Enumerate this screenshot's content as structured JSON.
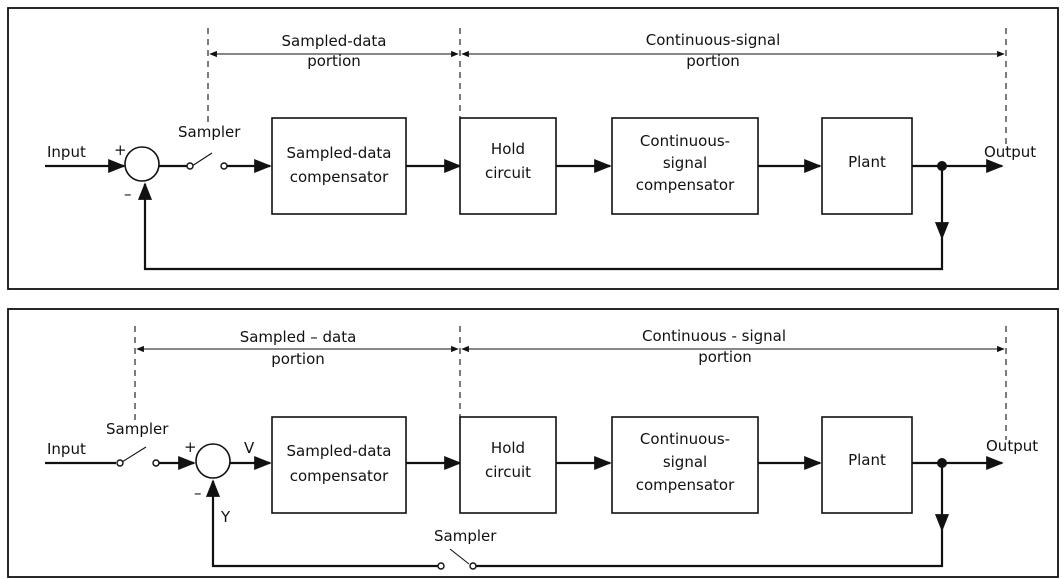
{
  "diagram_top": {
    "input_label": "Input",
    "output_label": "Output",
    "plus_sign": "+",
    "minus_sign": "–",
    "sampler_label": "Sampler",
    "sampled_portion_line1": "Sampled-data",
    "sampled_portion_line2": "portion",
    "continuous_portion_line1": "Continuous-signal",
    "continuous_portion_line2": "portion",
    "sampled_compensator_line1": "Sampled-data",
    "sampled_compensator_line2": "compensator",
    "hold_line1": "Hold",
    "hold_line2": "circuit",
    "continuous_compensator_line1": "Continuous-",
    "continuous_compensator_line2": "signal",
    "continuous_compensator_line3": "compensator",
    "plant_label": "Plant"
  },
  "diagram_bottom": {
    "input_label": "Input",
    "output_label": "Output",
    "plus_sign": "+",
    "minus_sign": "–",
    "v_label": "V",
    "y_label": "Y",
    "sampler_input_label": "Sampler",
    "sampler_feedback_label": "Sampler",
    "sampled_portion_line1": "Sampled – data",
    "sampled_portion_line2": "portion",
    "continuous_portion_line1": "Continuous - signal",
    "continuous_portion_line2": "portion",
    "sampled_compensator_line1": "Sampled-data",
    "sampled_compensator_line2": "compensator",
    "hold_line1": "Hold",
    "hold_line2": "circuit",
    "continuous_compensator_line1": "Continuous-",
    "continuous_compensator_line2": "signal",
    "continuous_compensator_line3": "compensator",
    "plant_label": "Plant"
  }
}
